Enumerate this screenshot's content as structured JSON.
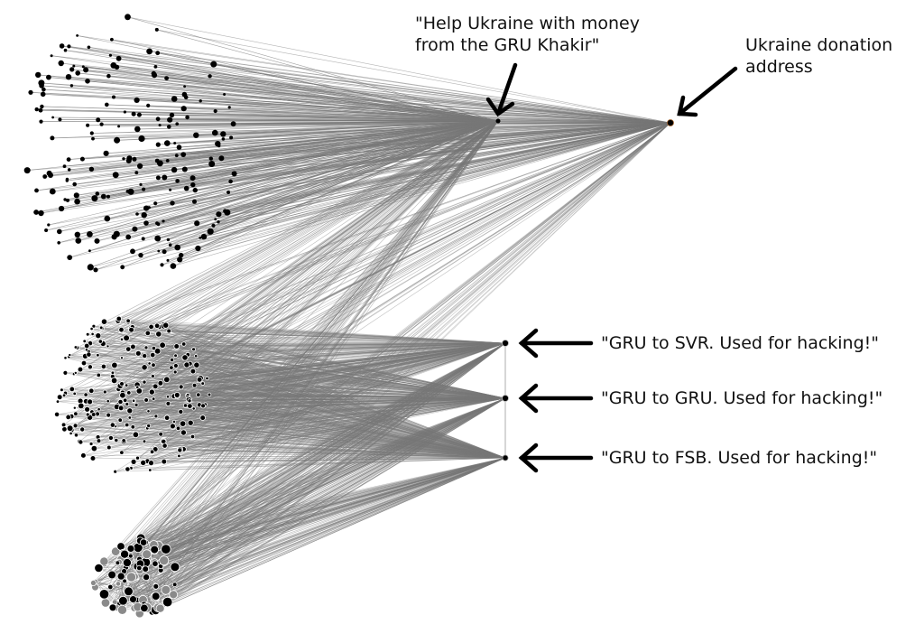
{
  "colors": {
    "background": "#ffffff",
    "edge": "#777777",
    "node": "#000000",
    "node_grey": "#8a8a8a",
    "donation_node": "#f0a040",
    "text": "#111111"
  },
  "annotations": {
    "help_ukraine": [
      "\"Help Ukraine with money",
      "from the GRU Khakir\""
    ],
    "donation_address": [
      "Ukraine donation",
      "address"
    ],
    "gru_to_svr": "\"GRU to SVR. Used for hacking!\"",
    "gru_to_gru": "\"GRU to GRU. Used for hacking!\"",
    "gru_to_fsb": "\"GRU to FSB. Used for hacking!\""
  },
  "graph": {
    "icons": [
      "arrow-icon"
    ]
  }
}
